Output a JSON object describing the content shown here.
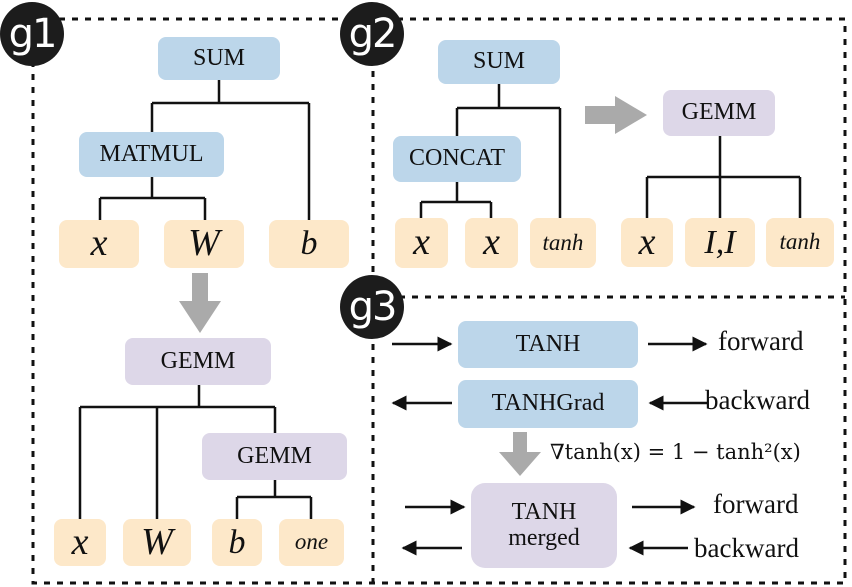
{
  "g1": {
    "badge": "g1",
    "sum": "SUM",
    "matmul": "MATMUL",
    "leaf_x": "x",
    "leaf_w": "W",
    "leaf_b": "b",
    "gemm_top": "GEMM",
    "gemm_inner": "GEMM",
    "out_x": "x",
    "out_w": "W",
    "out_b": "b",
    "out_one": "one"
  },
  "g2": {
    "badge": "g2",
    "sum": "SUM",
    "concat": "CONCAT",
    "leaf_x1": "x",
    "leaf_x2": "x",
    "leaf_tanh": "tanh",
    "gemm": "GEMM",
    "out_x": "x",
    "out_ii": "I,I",
    "out_tanh": "tanh"
  },
  "g3": {
    "badge": "g3",
    "tanh": "TANH",
    "tanhgrad": "TANHGrad",
    "merged_line1": "TANH",
    "merged_line2": "merged",
    "forward1": "forward",
    "backward1": "backward",
    "forward2": "forward",
    "backward2": "backward",
    "formula": "∇tanh(x) = 1 − tanh²(x)"
  },
  "colors": {
    "op_blue": "#bcd6ea",
    "op_purple": "#ddd7e8",
    "leaf_orange": "#fde8c9",
    "arrow_gray": "#aaaaaa"
  }
}
